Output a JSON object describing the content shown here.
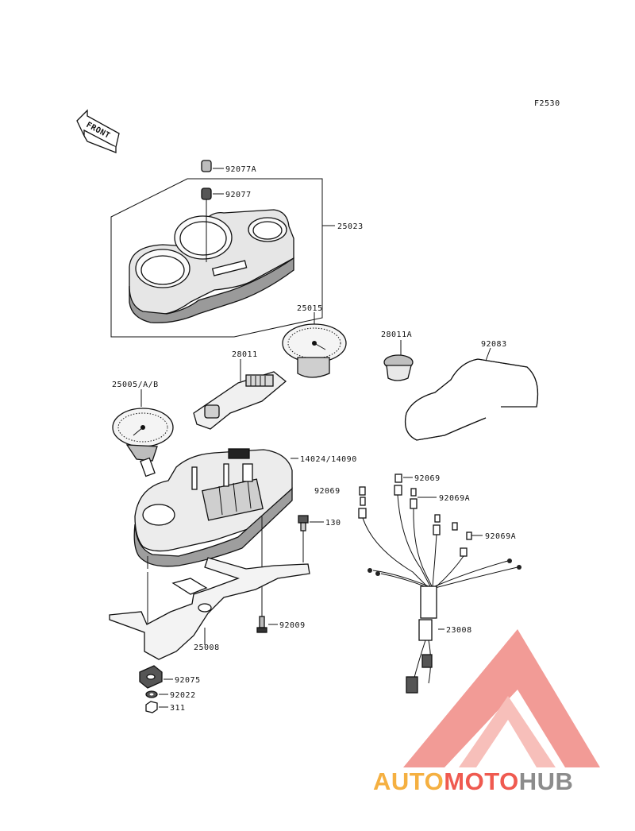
{
  "figure_code": "F2530",
  "front_label": "FRONT",
  "watermark": {
    "part1": "AUTO",
    "part2": "MOTO",
    "part3": "HUB",
    "color_orange": "#f5b041",
    "color_red": "#ef5a50",
    "color_gray": "#8c8c8c"
  },
  "parts": {
    "p92077A": "92077A",
    "p92077": "92077",
    "p25023": "25023",
    "p25015": "25015",
    "p28011A": "28011A",
    "p92083": "92083",
    "p28011": "28011",
    "p25005": "25005/A/B",
    "p14024": "14024/14090",
    "p92069_left": "92069",
    "p92069_right": "92069",
    "p92069A_1": "92069A",
    "p92069A_2": "92069A",
    "p130": "130",
    "p92009": "92009",
    "p23008": "23008",
    "p25008": "25008",
    "p92075": "92075",
    "p92022": "92022",
    "p311": "311"
  }
}
